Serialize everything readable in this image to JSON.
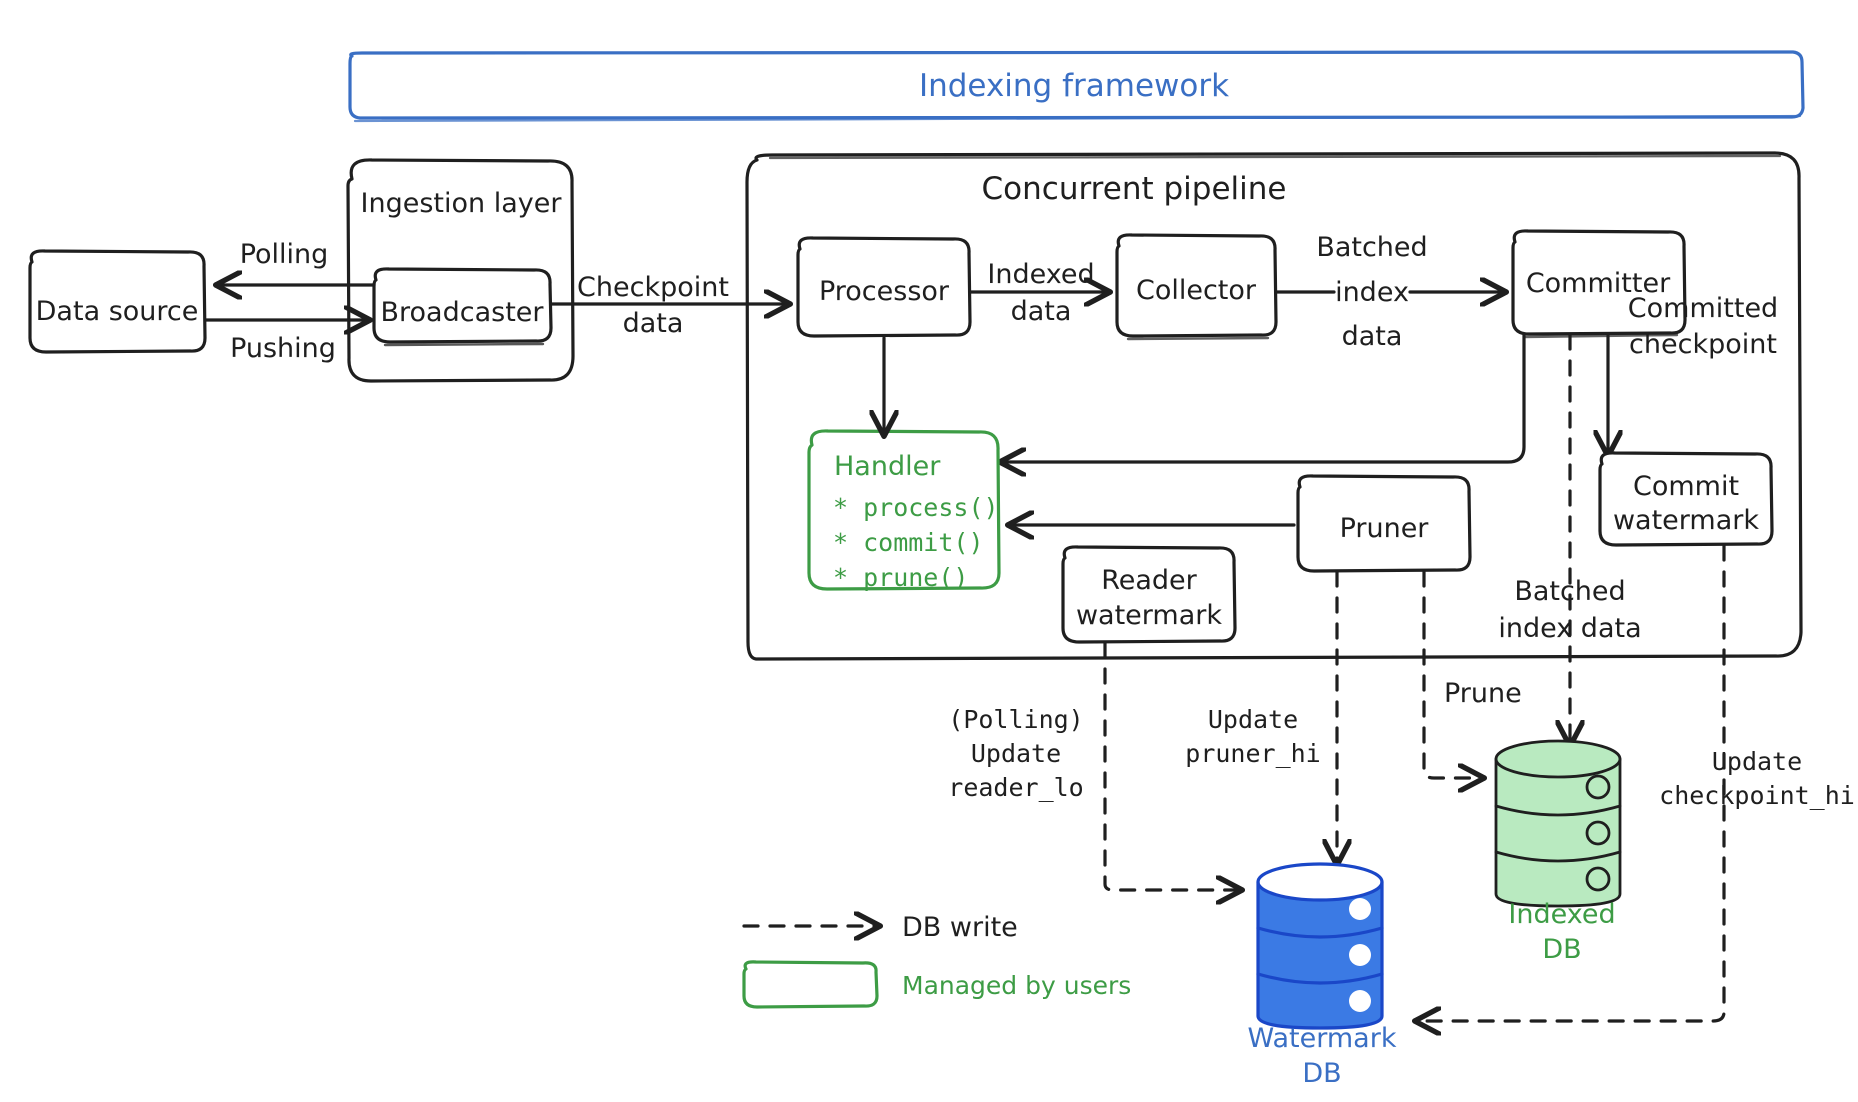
{
  "diagram": {
    "title": "Indexing framework",
    "containers": {
      "framework": {
        "label": "Indexing framework"
      },
      "ingestion": {
        "label": "Ingestion layer"
      },
      "pipeline": {
        "label": "Concurrent pipeline"
      }
    },
    "nodes": {
      "data_source": {
        "label": "Data source"
      },
      "broadcaster": {
        "label": "Broadcaster"
      },
      "processor": {
        "label": "Processor"
      },
      "collector": {
        "label": "Collector"
      },
      "committer": {
        "label": "Committer"
      },
      "commit_wm": {
        "label_line1": "Commit",
        "label_line2": "watermark"
      },
      "reader_wm": {
        "label_line1": "Reader",
        "label_line2": "watermark"
      },
      "pruner": {
        "label": "Pruner"
      },
      "handler": {
        "title": "Handler",
        "methods": [
          "* process()",
          "* commit()",
          "* prune()"
        ],
        "color": "#3d9c45"
      }
    },
    "databases": {
      "indexed": {
        "label_line1": "Indexed",
        "label_line2": "DB",
        "color": "#3d9c45",
        "fill": "#b9eac0"
      },
      "watermark": {
        "label_line1": "Watermark",
        "label_line2": "DB",
        "color": "#1a47c8",
        "fill": "#3b7ae4"
      }
    },
    "edge_labels": {
      "polling": "Polling",
      "pushing": "Pushing",
      "checkpoint_data_1": "Checkpoint",
      "checkpoint_data_2": "data",
      "indexed_data_1": "Indexed",
      "indexed_data_2": "data",
      "batched_1": "Batched",
      "batched_2": "index",
      "batched_3": "data",
      "committed_1": "Committed",
      "committed_2": "checkpoint",
      "batched_db_1": "Batched",
      "batched_db_2": "index data",
      "prune": "Prune",
      "polling_paren": "(Polling)",
      "update_reader_1": "Update",
      "update_reader_2": "reader_lo",
      "update_pruner_1": "Update",
      "update_pruner_2": "pruner_hi",
      "update_ckpt_1": "Update",
      "update_ckpt_2": "checkpoint_hi"
    },
    "legend": {
      "db_write": "DB write",
      "managed_by_users": "Managed by users"
    },
    "colors": {
      "ink": "#1f1f1f",
      "blue": "#3a6fc4",
      "green": "#3d9c45",
      "db_blue_fill": "#3b7ae4",
      "db_green_fill": "#b9eac0"
    }
  }
}
